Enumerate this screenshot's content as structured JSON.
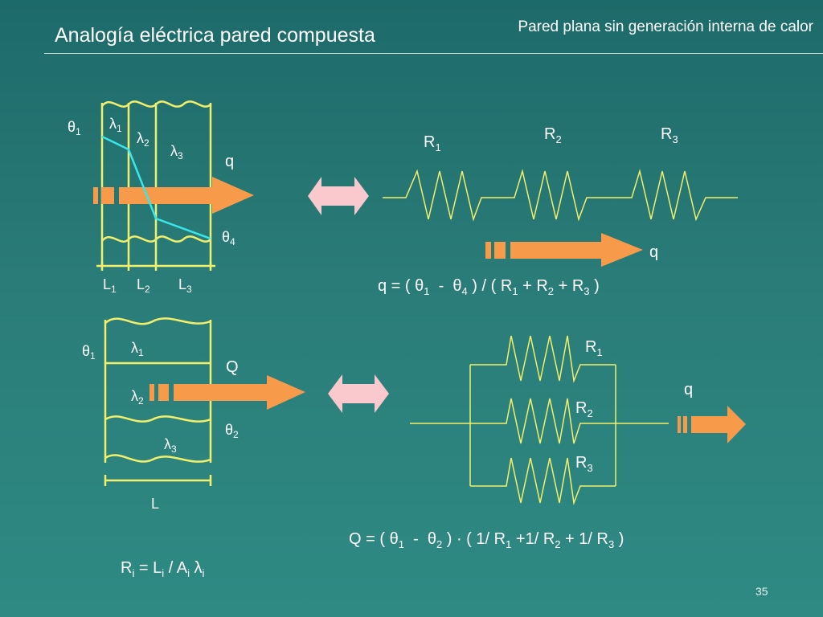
{
  "slide": {
    "title": "Analogía eléctrica pared compuesta",
    "subtitle": "Pared plana sin generación interna de calor",
    "page_number": "35"
  },
  "series_wall": {
    "theta_in": {
      "sym": "θ",
      "sub": "1"
    },
    "theta_out": {
      "sym": "θ",
      "sub": "4"
    },
    "layers": [
      {
        "sym": "λ",
        "sub": "1"
      },
      {
        "sym": "λ",
        "sub": "2"
      },
      {
        "sym": "λ",
        "sub": "3"
      }
    ],
    "lengths": [
      {
        "sym": "L",
        "sub": "1"
      },
      {
        "sym": "L",
        "sub": "2"
      },
      {
        "sym": "L",
        "sub": "3"
      }
    ],
    "flux_label": "q"
  },
  "series_circuit": {
    "resistors": [
      {
        "sym": "R",
        "sub": "1"
      },
      {
        "sym": "R",
        "sub": "2"
      },
      {
        "sym": "R",
        "sub": "3"
      }
    ],
    "flux_label": "q",
    "equation": {
      "q": "q",
      "op_eq_open": " = ( ",
      "theta": "θ",
      "sub1": "1",
      "minus": "  -  ",
      "sub4": "4",
      "div_open": " ) / ( ",
      "r": "R",
      "rs1": "1",
      "plus": " + ",
      "rs2": "2",
      "rs3": "3",
      "close": " )"
    }
  },
  "parallel_wall": {
    "theta_in": {
      "sym": "θ",
      "sub": "1"
    },
    "theta_out": {
      "sym": "θ",
      "sub": "2"
    },
    "layers": [
      {
        "sym": "λ",
        "sub": "1"
      },
      {
        "sym": "λ",
        "sub": "2"
      },
      {
        "sym": "λ",
        "sub": "3"
      }
    ],
    "length": "L",
    "flux_label": "Q"
  },
  "parallel_circuit": {
    "resistors": [
      {
        "sym": "R",
        "sub": "1"
      },
      {
        "sym": "R",
        "sub": "2"
      },
      {
        "sym": "R",
        "sub": "3"
      }
    ],
    "flux_label": "q",
    "equation": {
      "Q": "Q",
      "op_eq_open": " = ( ",
      "theta": "θ",
      "sub1": "1",
      "minus": "  -  ",
      "sub2": "2",
      "mult_open": " ) · ( 1/ ",
      "r": "R",
      "rs1": "1",
      "plus1": " +1/ ",
      "rs2": "2",
      "plus2": " + 1/ ",
      "rs3": "3",
      "close": " )"
    }
  },
  "resistance_formula": {
    "R": "R",
    "i": "i",
    "eq": " = ",
    "L": "L",
    "slash": " / ",
    "A": "A",
    "lambda": "λ"
  },
  "colors": {
    "wall_line": "#f2ef6a",
    "temperature_line": "#39e6ea",
    "flux_arrow": "#f79a4a",
    "equivalence_arrow": "#f9c9cd",
    "text": "#ffffff"
  }
}
